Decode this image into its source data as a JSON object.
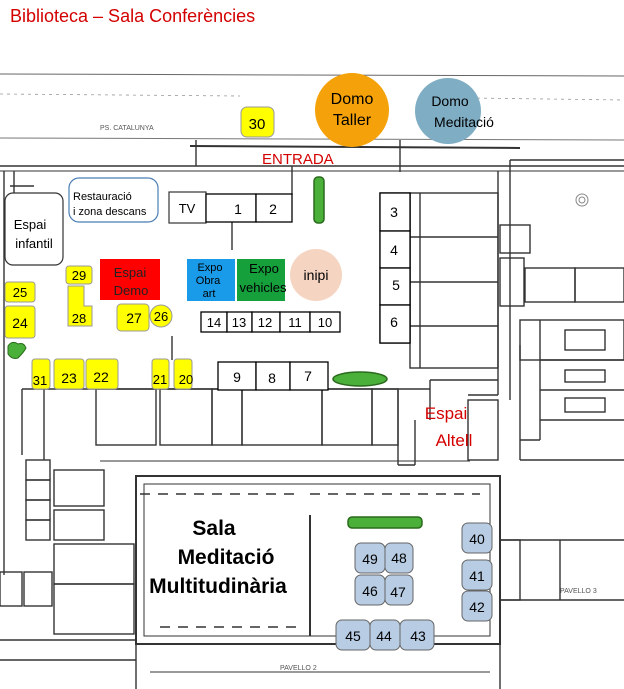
{
  "title": "Biblioteca – Sala Conferències",
  "entrance": "ENTRADA",
  "street": "PS. CATALUNYA",
  "pavilion_bottom": "PAVELLO 2",
  "pavilion_right": "PAVELLO 3",
  "domes": {
    "taller": [
      "Domo",
      "Taller"
    ],
    "meditacio": [
      "Domo",
      "Meditació"
    ]
  },
  "areas": {
    "infantil": [
      "Espai",
      "infantil"
    ],
    "restauracio": [
      "Restauració",
      "i zona descans"
    ],
    "tv": "TV",
    "demo": [
      "Espai",
      "Demo"
    ],
    "obra_art": [
      "Expo",
      "Obra",
      "art"
    ],
    "vehicles": [
      "Expo",
      "vehicles"
    ],
    "inipi": "inipi",
    "altell": [
      "Espai",
      "Altell"
    ],
    "sala": [
      "Sala",
      "Meditació",
      "Multitudinària"
    ]
  },
  "stands": {
    "s1": "1",
    "s2": "2",
    "s3": "3",
    "s4": "4",
    "s5": "5",
    "s6": "6",
    "s7": "7",
    "s8": "8",
    "s9": "9",
    "s10": "10",
    "s11": "11",
    "s12": "12",
    "s13": "13",
    "s14": "14",
    "s20": "20",
    "s21": "21",
    "s22": "22",
    "s23": "23",
    "s24": "24",
    "s25": "25",
    "s26": "26",
    "s27": "27",
    "s28": "28",
    "s29": "29",
    "s30": "30",
    "s31": "31",
    "s40": "40",
    "s41": "41",
    "s42": "42",
    "s43": "43",
    "s44": "44",
    "s45": "45",
    "s46": "46",
    "s47": "47",
    "s48": "48",
    "s49": "49"
  },
  "colors": {
    "title_red": "#d40000",
    "stand_yellow": "#ffff00",
    "dome_orange": "#f5a20a",
    "dome_blue": "#7fadc4",
    "demo_red": "#ff0000",
    "obra_blue": "#1a9bea",
    "vehicles_green": "#16a03c",
    "inipi_peach": "#f5d4c1",
    "light_blue_stand": "#b8cce4",
    "plan_lines": "#333333"
  }
}
